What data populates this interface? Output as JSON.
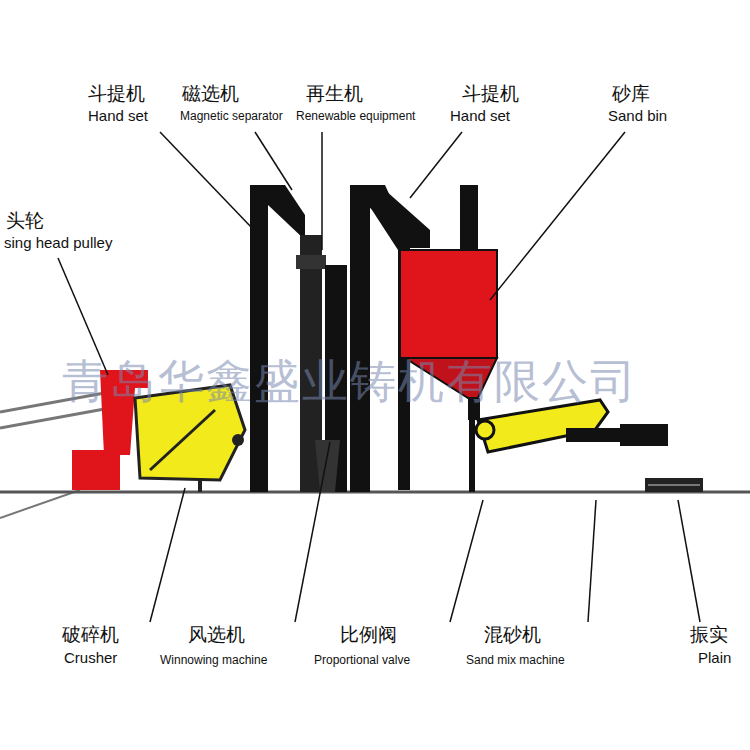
{
  "diagram": {
    "labels": [
      "斗提机",
      "Hand set",
      "磁选机",
      "Magnetic separator",
      "再生机",
      "Renewable equipment",
      "斗提机",
      "Hand set",
      "砂库",
      "Sand bin",
      "头轮",
      "sing head pulley",
      "青岛华鑫盛业铸机有限公司",
      "破碎机",
      "Crusher",
      "风选机",
      "Winnowing machine",
      "比例阀",
      "Proportional valve",
      "混砂机",
      "Sand mix machine",
      "振实",
      "Plain"
    ]
  }
}
